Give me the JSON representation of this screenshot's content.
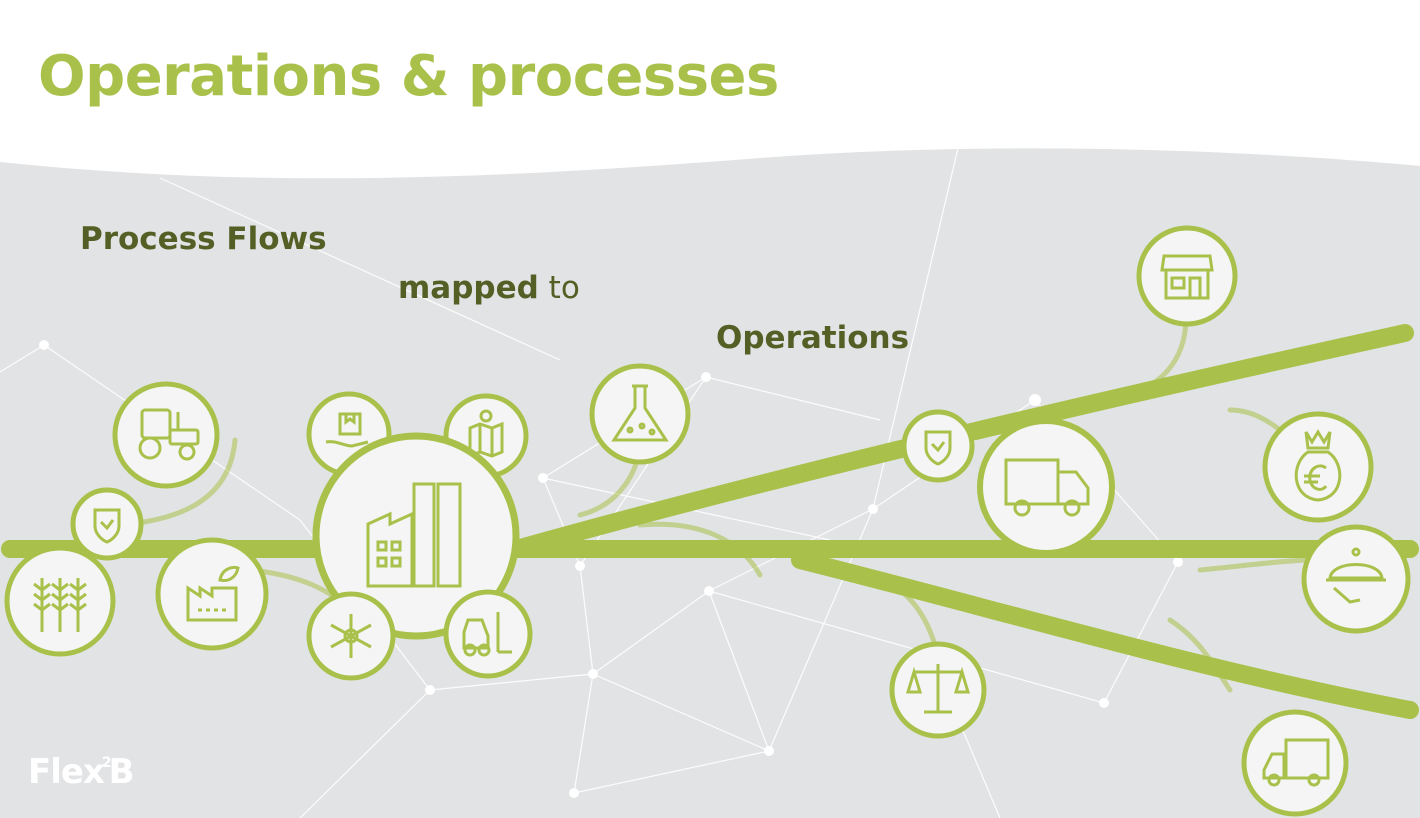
{
  "slide": {
    "title": "Operations & processes",
    "line1": "Process Flows",
    "line2_bold": "mapped",
    "line2_rest": " to",
    "line3": "Operations"
  },
  "logo": {
    "prefix": "Flex",
    "superscript": "2",
    "suffix": "B"
  },
  "colors": {
    "accent": "#a9c14a",
    "dark_text": "#535f25",
    "background_panel": "#e2e3e4",
    "icon_fill": "#f4f5f4"
  },
  "icons": [
    "wheat-icon",
    "shield-icon",
    "tractor-icon",
    "factory-leaf-icon",
    "package-hand-icon",
    "map-pin-icon",
    "factory-icon",
    "snowflake-icon",
    "forklift-icon",
    "flask-icon",
    "shield-icon",
    "delivery-truck-icon",
    "scales-icon",
    "store-icon",
    "money-bag-euro-icon",
    "serving-cloche-icon",
    "small-truck-icon"
  ]
}
